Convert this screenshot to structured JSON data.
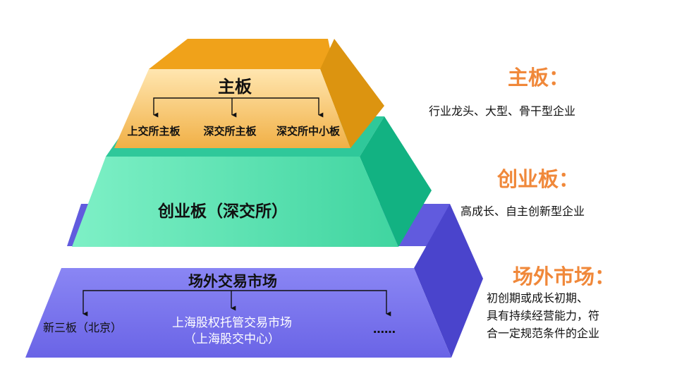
{
  "tiers": [
    {
      "title": "主板",
      "items": [
        "上交所主板",
        "深交所主板",
        "深交所中小板"
      ],
      "side_title": "主板：",
      "side_desc": [
        "行业龙头、大型、骨干型企业"
      ],
      "colors": {
        "front": "#f4bb52",
        "top": "#f0a21a",
        "side": "#dc9410"
      }
    },
    {
      "title": "创业板（深交所）",
      "items": [],
      "side_title": "创业板：",
      "side_desc": [
        "高成长、自主创新型企业"
      ],
      "colors": {
        "front": "#58dfae",
        "top": "#2fc89a",
        "side": "#12b282"
      }
    },
    {
      "title": "场外交易市场",
      "items": [
        "新三板（北京）",
        "上海股权托管交易市场",
        "（上海股交中心）",
        "……"
      ],
      "side_title": "场外市场：",
      "side_desc": [
        "初创期或成长初期、",
        "具有持续经营能力，符",
        "合一定规范条件的企业"
      ],
      "colors": {
        "front": "#7a75ee",
        "top": "#615bde",
        "side": "#4a44cc"
      }
    }
  ]
}
